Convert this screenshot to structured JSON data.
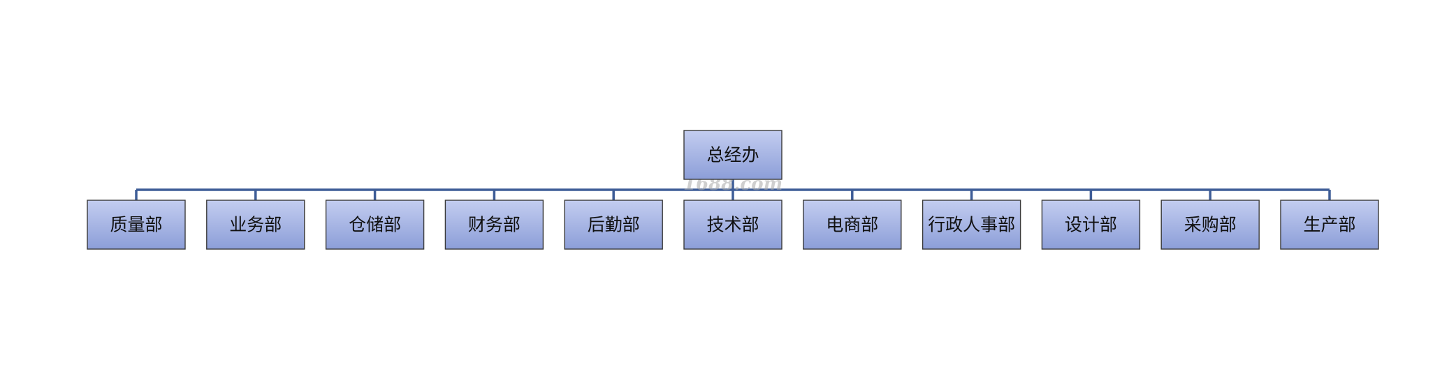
{
  "diagram": {
    "root": {
      "label": "总经办"
    },
    "children": [
      {
        "label": "质量部"
      },
      {
        "label": "业务部"
      },
      {
        "label": "仓储部"
      },
      {
        "label": "财务部"
      },
      {
        "label": "后勤部"
      },
      {
        "label": "技术部"
      },
      {
        "label": "电商部"
      },
      {
        "label": "行政人事部"
      },
      {
        "label": "设计部"
      },
      {
        "label": "采购部"
      },
      {
        "label": "生产部"
      }
    ]
  },
  "watermark": "1688.com",
  "colors": {
    "box_top": "#c3cdf0",
    "box_bottom": "#8c9ed8",
    "connector": "#3e5d97",
    "border": "#3a3a3a"
  }
}
